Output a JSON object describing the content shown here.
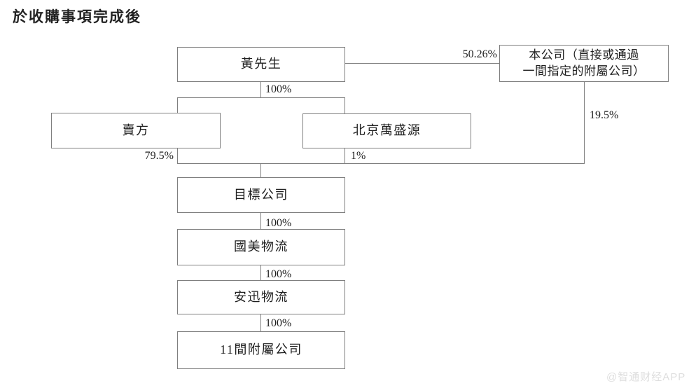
{
  "title": "於收購事項完成後",
  "nodes": [
    {
      "id": "mr-huang",
      "label": "黃先生"
    },
    {
      "id": "the-company",
      "label": "本公司（直接或通過一間指定的附屬公司）",
      "lines": [
        "本公司（直接或通過",
        "一間指定的附屬公司）"
      ]
    },
    {
      "id": "vendor",
      "label": "賣方"
    },
    {
      "id": "beijing-wanshengyuan",
      "label": "北京萬盛源"
    },
    {
      "id": "target-company",
      "label": "目標公司"
    },
    {
      "id": "gome-logistics",
      "label": "國美物流"
    },
    {
      "id": "anxun-logistics",
      "label": "安迅物流"
    },
    {
      "id": "eleven-subsidiaries",
      "label": "11間附屬公司"
    }
  ],
  "edges": [
    {
      "from": "黃先生",
      "to": "本公司",
      "label": "50.26%"
    },
    {
      "from": "黃先生",
      "to": "賣方／北京萬盛源",
      "label": "100%"
    },
    {
      "from": "賣方",
      "to": "目標公司",
      "label": "79.5%"
    },
    {
      "from": "北京萬盛源",
      "to": "目標公司",
      "label": "1%"
    },
    {
      "from": "本公司",
      "to": "目標公司",
      "label": "19.5%"
    },
    {
      "from": "目標公司",
      "to": "國美物流",
      "label": "100%"
    },
    {
      "from": "國美物流",
      "to": "安迅物流",
      "label": "100%"
    },
    {
      "from": "安迅物流",
      "to": "11間附屬公司",
      "label": "100%"
    }
  ],
  "watermark": "@智通财经APP",
  "colors": {
    "line": "#7f7f7f",
    "text": "#1e1e1e",
    "watermark": "#dedede",
    "background": "#ffffff"
  }
}
